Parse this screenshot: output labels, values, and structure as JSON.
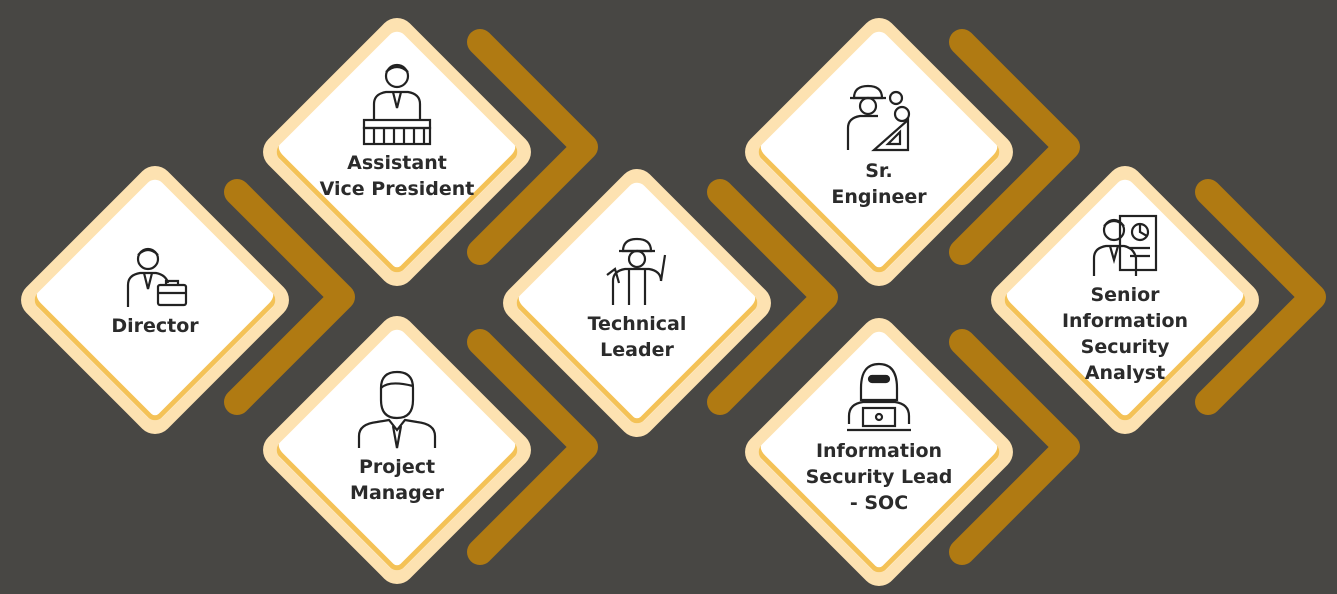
{
  "colors": {
    "background": "#484744",
    "chevron": "#b07a12",
    "diamond_border": "#fde2b1",
    "diamond_fill": "#ffffff",
    "accent": "#f4c257"
  },
  "cards": [
    {
      "id": "director",
      "label": "Director",
      "icon": "businessman-briefcase-icon"
    },
    {
      "id": "avp",
      "label": "Assistant\nVice President",
      "icon": "speaker-podium-icon"
    },
    {
      "id": "pm",
      "label": "Project\nManager",
      "icon": "manager-icon"
    },
    {
      "id": "tl",
      "label": "Technical\nLeader",
      "icon": "engineer-helmet-icon"
    },
    {
      "id": "sre",
      "label": "Sr.\nEngineer",
      "icon": "engineer-gears-icon"
    },
    {
      "id": "isl",
      "label": "Information\nSecurity Lead\n- SOC",
      "icon": "hacker-laptop-icon"
    },
    {
      "id": "sisa",
      "label": "Senior\nInformation\nSecurity\nAnalyst",
      "icon": "analyst-report-icon"
    }
  ]
}
